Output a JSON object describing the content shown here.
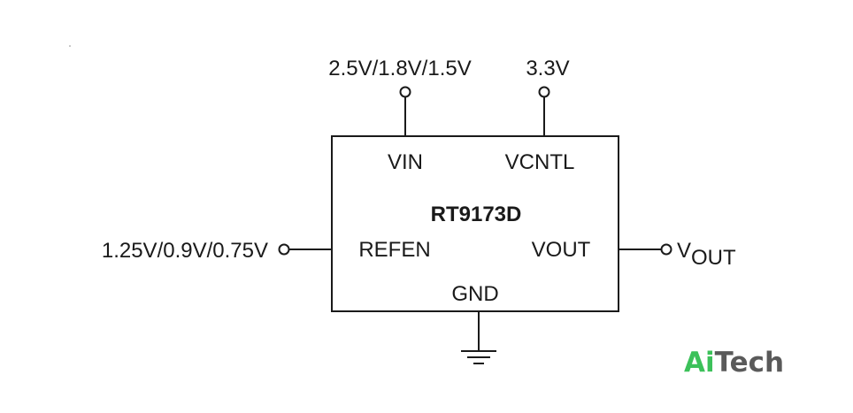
{
  "chip": {
    "name": "RT9173D",
    "pins": {
      "vin": "VIN",
      "vcntl": "VCNTL",
      "refen": "REFEN",
      "vout": "VOUT",
      "gnd": "GND"
    }
  },
  "supplies": {
    "vin": "2.5V/1.8V/1.5V",
    "vcntl": "3.3V",
    "refen": "1.25V/0.9V/0.75V",
    "vout_main": "V",
    "vout_sub": "OUT"
  },
  "logo": {
    "part1": "Ai",
    "part2": "Tech",
    "color1": "#3cc15a",
    "color2": "#5a5a5a"
  }
}
